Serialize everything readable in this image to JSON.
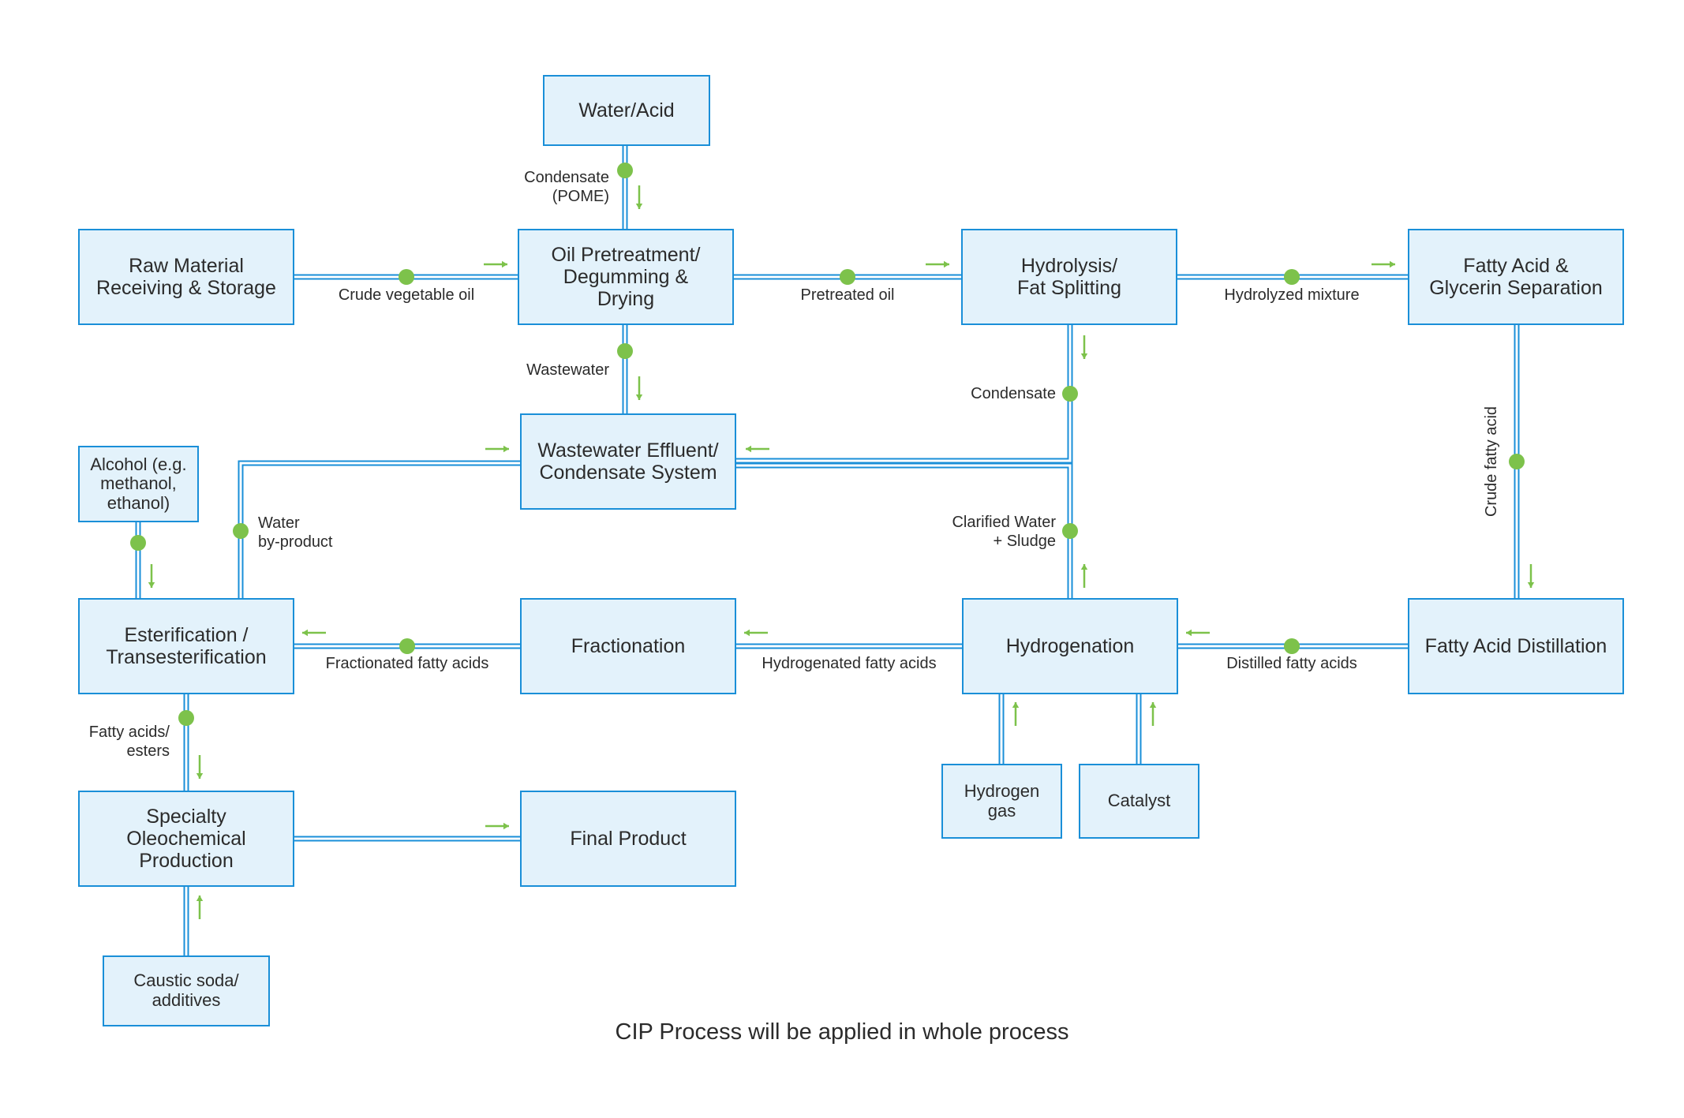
{
  "boxes": {
    "water_acid": "Water/Acid",
    "raw_material": "Raw Material\nReceiving & Storage",
    "oil_pretreatment": "Oil Pretreatment/\nDegumming &\nDrying",
    "hydrolysis": "Hydrolysis/\nFat Splitting",
    "fatty_acid_glycerin": "Fatty Acid &\nGlycerin Separation",
    "wastewater_system": "Wastewater Effluent/\nCondensate System",
    "alcohol": "Alcohol (e.g.\nmethanol,\nethanol)",
    "esterification": "Esterification /\nTransesterification",
    "fractionation": "Fractionation",
    "hydrogenation": "Hydrogenation",
    "fatty_acid_distillation": "Fatty Acid Distillation",
    "hydrogen_gas": "Hydrogen\ngas",
    "catalyst": "Catalyst",
    "specialty": "Specialty\nOleochemical\nProduction",
    "final_product": "Final Product",
    "caustic_soda": "Caustic soda/\nadditives"
  },
  "flows": {
    "condensate_pome": "Condensate\n(POME)",
    "crude_vegetable_oil": "Crude vegetable oil",
    "pretreated_oil": "Pretreated oil",
    "hydrolyzed_mixture": "Hydrolyzed mixture",
    "wastewater": "Wastewater",
    "condensate": "Condensate",
    "crude_fatty_acid": "Crude fatty acid",
    "water_byproduct": "Water\nby-product",
    "clarified_water": "Clarified Water\n+ Sludge",
    "fractionated_fatty_acids": "Fractionated fatty acids",
    "hydrogenated_fatty_acids": "Hydrogenated fatty acids",
    "distilled_fatty_acids": "Distilled fatty acids",
    "fatty_acids_esters": "Fatty acids/\nesters"
  },
  "footer": "CIP Process will be applied in whole process",
  "colors": {
    "box_fill": "#e3f2fb",
    "box_border": "#1a8fd8",
    "pipe": "#1a8fd8",
    "node": "#7dc24b",
    "arrow": "#7dc24b",
    "text": "#2b2b2b"
  }
}
